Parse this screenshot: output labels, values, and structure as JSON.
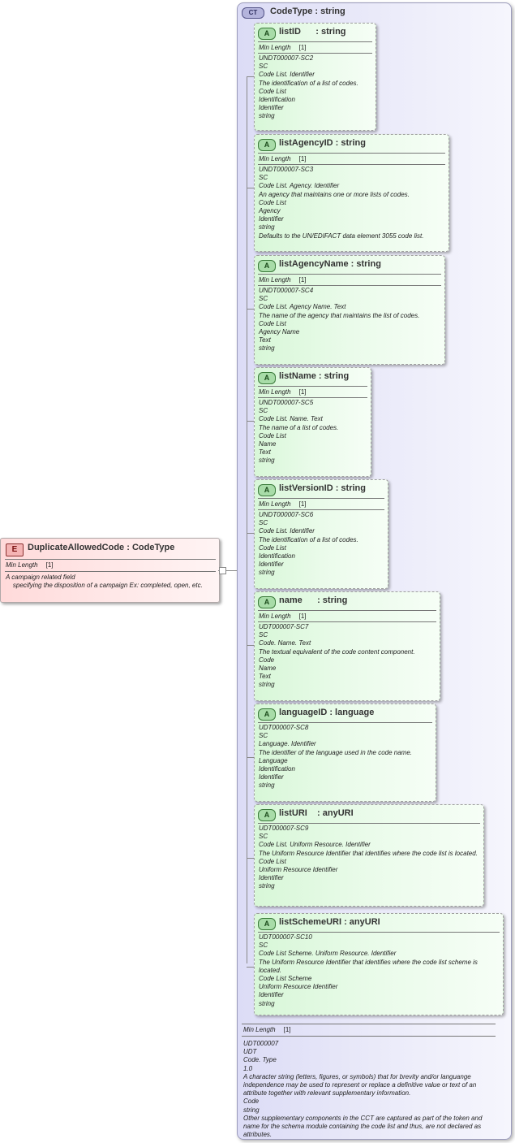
{
  "element": {
    "badge": "E",
    "title": "DuplicateAllowedCode : CodeType",
    "facet_label": "Min Length",
    "facet_value": "[1]",
    "doc": "A campaign related field\n    specifying the disposition of a campaign Ex: completed, open, etc."
  },
  "complex_type": {
    "badge": "CT",
    "title": "CodeType : string",
    "facet_label": "Min Length",
    "facet_value": "[1]",
    "doc": [
      "UDT000007",
      "UDT",
      "Code. Type",
      "1.0",
      "A character string (letters, figures, or symbols) that for brevity and/or languange independence may be used to represent or replace a definitive value or text of an attribute together with relevant supplementary information.",
      "Code",
      "string",
      "Other supplementary components in the CCT are captured as part of the token and name for the schema module containing the code list and thus, are not declared as attributes."
    ]
  },
  "attributes": [
    {
      "badge": "A",
      "title": "listID      : string",
      "facet_label": "Min Length",
      "facet_value": "[1]",
      "doc": [
        "UNDT000007-SC2",
        "SC",
        "Code List. Identifier",
        "The identification of a list of codes.",
        "Code List",
        "Identification",
        "Identifier",
        "string"
      ]
    },
    {
      "badge": "A",
      "title": "listAgencyID : string",
      "facet_label": "Min Length",
      "facet_value": "[1]",
      "doc": [
        "UNDT000007-SC3",
        "SC",
        "Code List. Agency. Identifier",
        "An agency that maintains one or more lists of codes.",
        "Code List",
        "Agency",
        "Identifier",
        "string",
        "Defaults to the UN/EDIFACT data element 3055 code list."
      ]
    },
    {
      "badge": "A",
      "title": "listAgencyName : string",
      "facet_label": "Min Length",
      "facet_value": "[1]",
      "doc": [
        "UNDT000007-SC4",
        "SC",
        "Code List. Agency Name. Text",
        "The name of the agency that maintains the list of codes.",
        "Code List",
        "Agency Name",
        "Text",
        "string"
      ]
    },
    {
      "badge": "A",
      "title": "listName : string",
      "facet_label": "Min Length",
      "facet_value": "[1]",
      "doc": [
        "UNDT000007-SC5",
        "SC",
        "Code List. Name. Text",
        "The name of a list of codes.",
        "Code List",
        "Name",
        "Text",
        "string"
      ]
    },
    {
      "badge": "A",
      "title": "listVersionID : string",
      "facet_label": "Min Length",
      "facet_value": "[1]",
      "doc": [
        "UNDT000007-SC6",
        "SC",
        "Code List. Identifier",
        "The identification of a list of codes.",
        "Code List",
        "Identification",
        "Identifier",
        "string"
      ]
    },
    {
      "badge": "A",
      "title": "name      : string",
      "facet_label": "Min Length",
      "facet_value": "[1]",
      "doc": [
        "UDT000007-SC7",
        "SC",
        "Code. Name. Text",
        "The textual equivalent of the code content component.",
        "Code",
        "Name",
        "Text",
        "string"
      ]
    },
    {
      "badge": "A",
      "title": "languageID : language",
      "doc": [
        "UDT000007-SC8",
        "SC",
        "Language. Identifier",
        "The identifier of the language used in the code name.",
        "Language",
        "Identification",
        "Identifier",
        "string"
      ]
    },
    {
      "badge": "A",
      "title": "listURI    : anyURI",
      "doc": [
        "UDT000007-SC9",
        "SC",
        "Code List. Uniform Resource. Identifier",
        "The Uniform Resource Identifier that identifies where the code list is located.",
        "Code List",
        "Uniform Resource Identifier",
        "Identifier",
        "string"
      ]
    },
    {
      "badge": "A",
      "title": "listSchemeURI : anyURI",
      "doc": [
        "UDT000007-SC10",
        "SC",
        "Code List Scheme. Uniform Resource. Identifier",
        "The Uniform Resource Identifier that identifies where the code list scheme is located.",
        "Code List Scheme",
        "Uniform Resource Identifier",
        "Identifier",
        "string"
      ]
    }
  ]
}
